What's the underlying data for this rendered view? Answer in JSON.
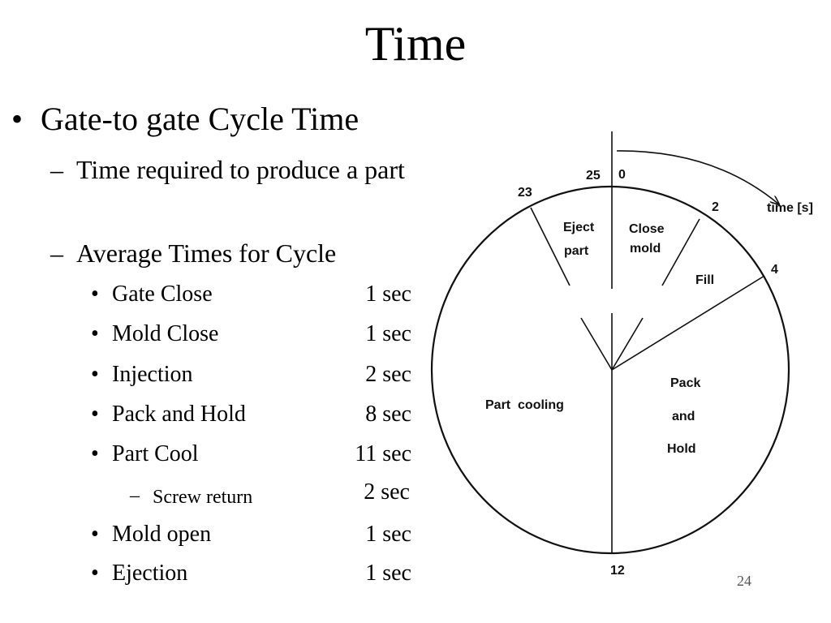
{
  "slide": {
    "title": "Time",
    "page_number": "24"
  },
  "bullets": {
    "main": "Gate-to gate Cycle Time",
    "sub1": "Time required to produce a part",
    "sub2": "Average Times for Cycle",
    "items": [
      {
        "label": "Gate Close",
        "value": "1 sec"
      },
      {
        "label": "Mold Close",
        "value": "1 sec"
      },
      {
        "label": "Injection",
        "value": "2 sec"
      },
      {
        "label": "Pack and Hold",
        "value": "8 sec"
      },
      {
        "label": "Part Cool",
        "value": "11 sec"
      },
      {
        "label": "Screw return",
        "value": "2 sec",
        "level": 4
      },
      {
        "label": "Mold open",
        "value": "1 sec"
      },
      {
        "label": "Ejection",
        "value": "1 sec"
      }
    ],
    "marks": {
      "l1": "•",
      "l2": "–",
      "l3": "•",
      "l4": "–"
    }
  },
  "diagram": {
    "axis_label": "time [s]",
    "ticks": [
      "0",
      "25",
      "2",
      "23",
      "4",
      "12"
    ],
    "segments": {
      "eject_line1": "Eject",
      "eject_line2": "part",
      "close_line1": "Close",
      "close_line2": "mold",
      "fill": "Fill",
      "pack_line1": "Pack",
      "pack_line2": "and",
      "pack_line3": "Hold",
      "cooling": "Part  cooling"
    }
  }
}
